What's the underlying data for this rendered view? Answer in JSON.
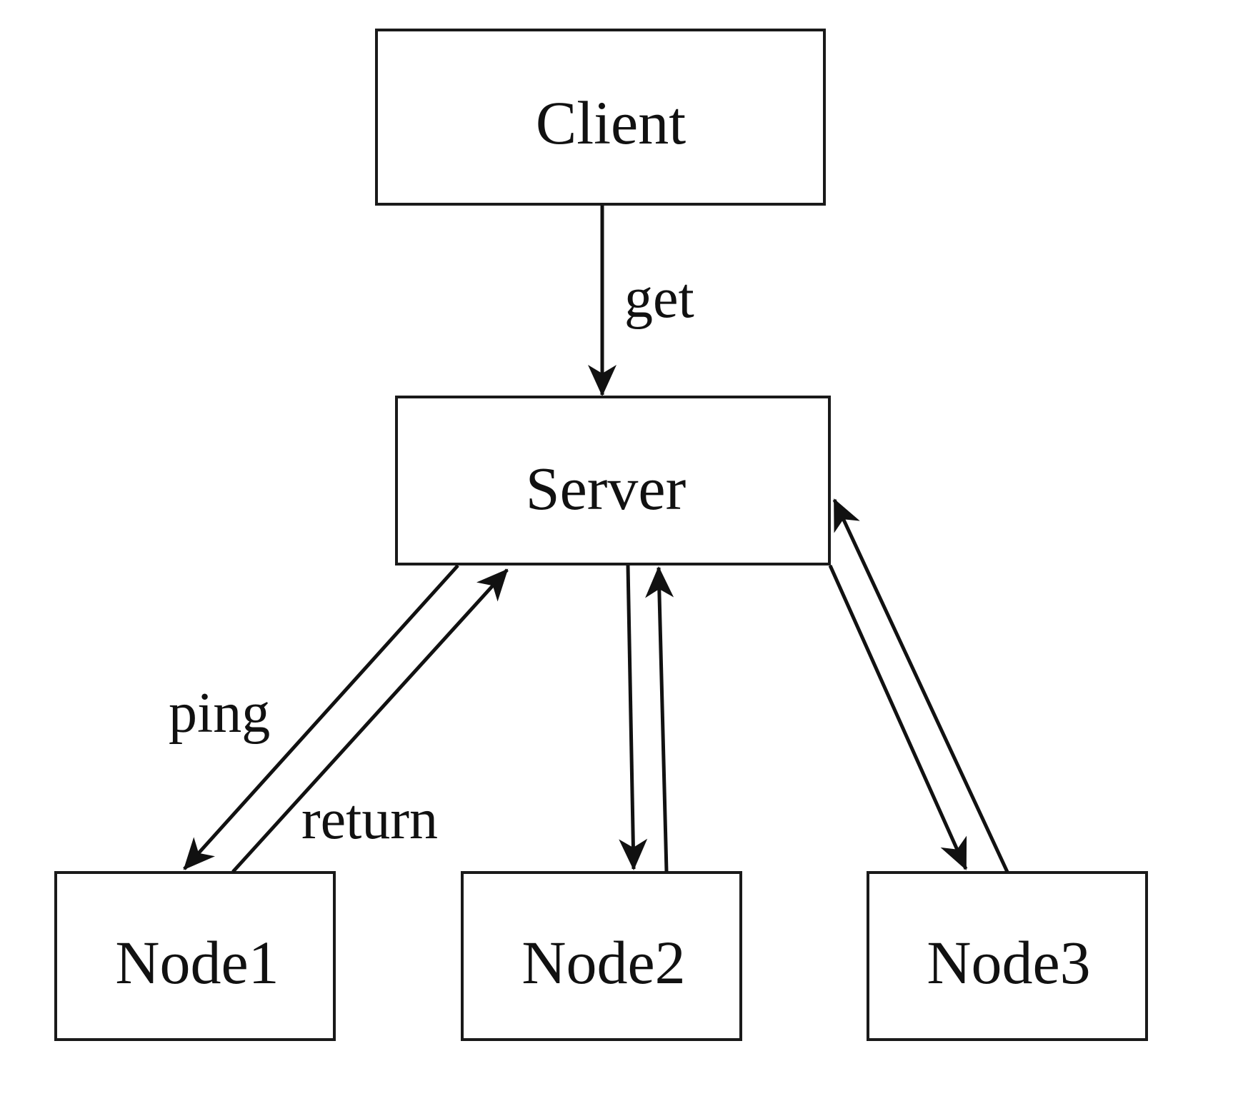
{
  "diagram": {
    "nodes": {
      "client": {
        "label": "Client"
      },
      "server": {
        "label": "Server"
      },
      "node1": {
        "label": "Node1"
      },
      "node2": {
        "label": "Node2"
      },
      "node3": {
        "label": "Node3"
      }
    },
    "edges": {
      "get": {
        "from": "Client",
        "to": "Server",
        "label": "get"
      },
      "ping": {
        "from": "Server",
        "to": "Node1",
        "label": "ping"
      },
      "return": {
        "from": "Node1",
        "to": "Server",
        "label": "return"
      },
      "server_to_node2": {
        "from": "Server",
        "to": "Node2"
      },
      "node2_to_server": {
        "from": "Node2",
        "to": "Server"
      },
      "server_to_node3": {
        "from": "Server",
        "to": "Node3"
      },
      "node3_to_server": {
        "from": "Node3",
        "to": "Server"
      }
    },
    "colors": {
      "stroke": "#111111",
      "background": "#ffffff"
    }
  }
}
